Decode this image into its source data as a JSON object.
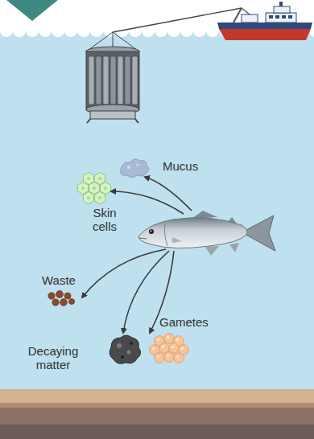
{
  "diagram": {
    "labels": [
      "Mucus",
      "Skin cells",
      "Waste",
      "Decaying matter",
      "Gametes"
    ]
  }
}
